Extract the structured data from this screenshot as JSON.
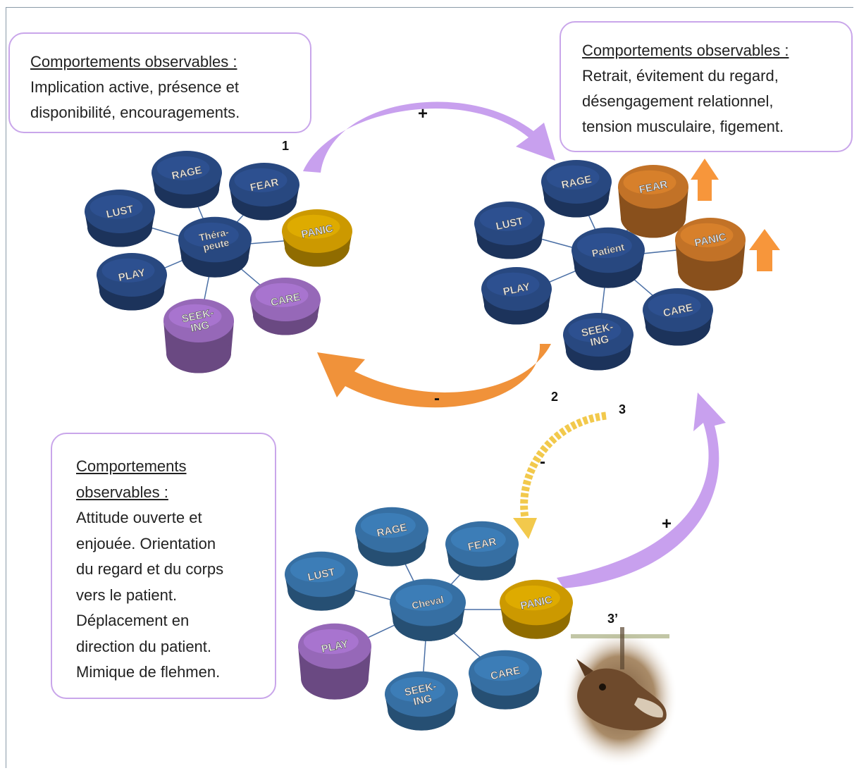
{
  "boxes": {
    "therapist": {
      "title": "Comportements observables :",
      "lines": [
        "Implication active, présence et",
        "disponibilité, encouragements."
      ]
    },
    "patient": {
      "title": "Comportements observables :",
      "lines": [
        "Retrait, évitement du regard,",
        "désengagement relationnel,",
        "tension musculaire, figement."
      ]
    },
    "horse": {
      "title_lines": [
        "Comportements",
        "observables :"
      ],
      "lines": [
        "Attitude ouverte et",
        "enjouée. Orientation",
        "du regard et du corps",
        "vers le patient.",
        "Déplacement en",
        "direction du patient.",
        "Mimique de flehmen."
      ]
    }
  },
  "labels": {
    "n1": "1",
    "n2": "2",
    "n3": "3",
    "n3p": "3’"
  },
  "signs": {
    "top": "+",
    "middle": "-",
    "yellow": "-",
    "right": "+"
  },
  "clusters": {
    "therapist": {
      "center": "Théra-\npeute",
      "nodes": [
        {
          "label": "RAGE",
          "state": "normal"
        },
        {
          "label": "FEAR",
          "state": "normal"
        },
        {
          "label": "PANIC",
          "state": "yellow"
        },
        {
          "label": "CARE",
          "state": "purple"
        },
        {
          "label": "SEEK-\nING",
          "state": "purple-tall"
        },
        {
          "label": "PLAY",
          "state": "normal"
        },
        {
          "label": "LUST",
          "state": "normal"
        }
      ]
    },
    "patient": {
      "center": "Patient",
      "nodes": [
        {
          "label": "RAGE",
          "state": "normal"
        },
        {
          "label": "FEAR",
          "state": "orange-tall",
          "indicator": "up-arrow"
        },
        {
          "label": "PANIC",
          "state": "orange-tall",
          "indicator": "up-arrow"
        },
        {
          "label": "CARE",
          "state": "normal"
        },
        {
          "label": "SEEK-\nING",
          "state": "normal"
        },
        {
          "label": "PLAY",
          "state": "normal"
        },
        {
          "label": "LUST",
          "state": "normal"
        }
      ]
    },
    "horse": {
      "center": "Cheval",
      "nodes": [
        {
          "label": "RAGE",
          "state": "light"
        },
        {
          "label": "FEAR",
          "state": "light"
        },
        {
          "label": "PANIC",
          "state": "yellow"
        },
        {
          "label": "CARE",
          "state": "light"
        },
        {
          "label": "SEEK-\nING",
          "state": "light"
        },
        {
          "label": "PLAY",
          "state": "purple-tall"
        },
        {
          "label": "LUST",
          "state": "light"
        }
      ]
    }
  },
  "colors": {
    "dark_blue": "#2f5597",
    "light_blue": "#3f83c0",
    "yellow": "#f0b400",
    "purple": "#b07ad8",
    "orange": "#e4862e",
    "arrow_purple": "#c8a0ee",
    "arrow_orange": "#f0923a",
    "arrow_yellow": "#f2c94c",
    "box_border": "#c9a6ea"
  },
  "photo": {
    "subject": "horse-head-flehmen"
  }
}
